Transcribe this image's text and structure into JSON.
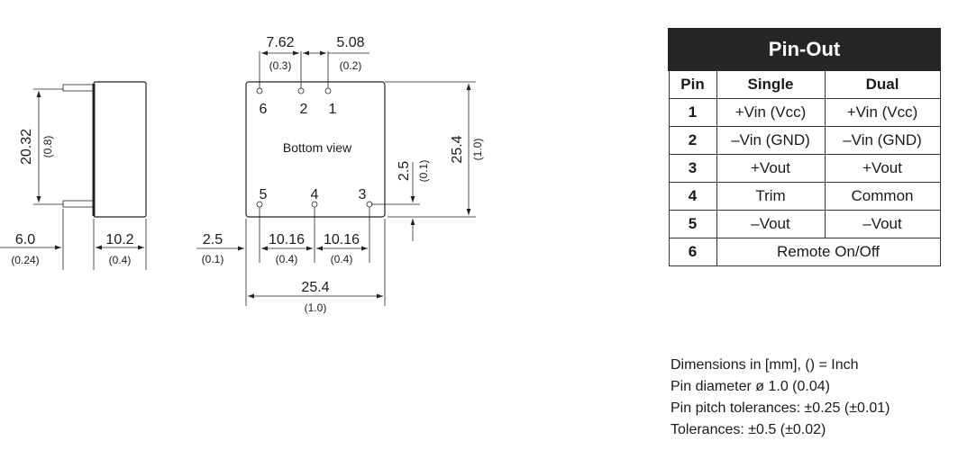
{
  "side_view": {
    "height": "20.32",
    "height_in": "(0.8)",
    "pin_offset": "6.0",
    "pin_offset_in": "(0.24)",
    "width": "10.2",
    "width_in": "(0.4)"
  },
  "bottom_view": {
    "label": "Bottom view",
    "pitch_top_a": "7.62",
    "pitch_top_a_in": "(0.3)",
    "pitch_top_b": "5.08",
    "pitch_top_b_in": "(0.2)",
    "pin_numbers": {
      "p6": "6",
      "p2": "2",
      "p1": "1",
      "p5": "5",
      "p4": "4",
      "p3": "3"
    },
    "edge_offset": "2.5",
    "edge_offset_in": "(0.1)",
    "pitch_bottom_a": "10.16",
    "pitch_bottom_a_in": "(0.4)",
    "pitch_bottom_b": "10.16",
    "pitch_bottom_b_in": "(0.4)",
    "width": "25.4",
    "width_in": "(1.0)",
    "height": "25.4",
    "height_in": "(1.0)",
    "row_offset": "2.5",
    "row_offset_in": "(0.1)"
  },
  "pinout": {
    "title": "Pin-Out",
    "headers": [
      "Pin",
      "Single",
      "Dual"
    ],
    "rows": [
      [
        "1",
        "+Vin (Vcc)",
        "+Vin (Vcc)"
      ],
      [
        "2",
        "–Vin (GND)",
        "–Vin (GND)"
      ],
      [
        "3",
        "+Vout",
        "+Vout"
      ],
      [
        "4",
        "Trim",
        "Common"
      ],
      [
        "5",
        "–Vout",
        "–Vout"
      ]
    ],
    "last_row": [
      "6",
      "Remote On/Off"
    ]
  },
  "notes": [
    "Dimensions in [mm], () = Inch",
    "Pin diameter ø 1.0 (0.04)",
    "Pin pitch tolerances: ±0.25 (±0.01)",
    "Tolerances: ±0.5 (±0.02)"
  ]
}
